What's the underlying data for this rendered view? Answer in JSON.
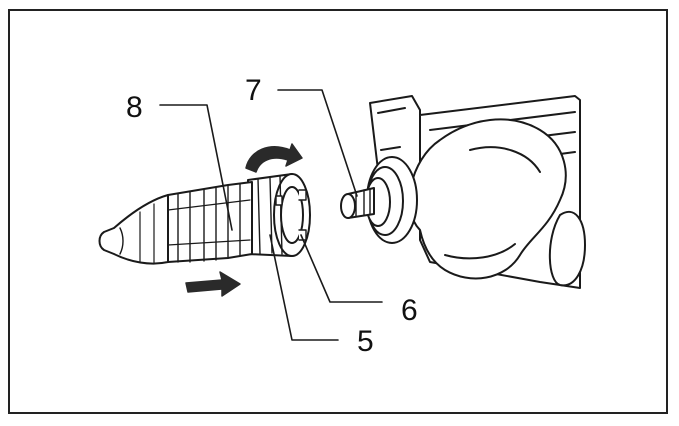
{
  "callouts": {
    "c5": "5",
    "c6": "6",
    "c7": "7",
    "c8": "8"
  },
  "colors": {
    "line": "#1a1a1a",
    "arrow": "#2a2a2a",
    "fill": "#ffffff"
  },
  "icons": {
    "rotate": "curved-arrow-icon",
    "push": "straight-arrow-icon"
  }
}
